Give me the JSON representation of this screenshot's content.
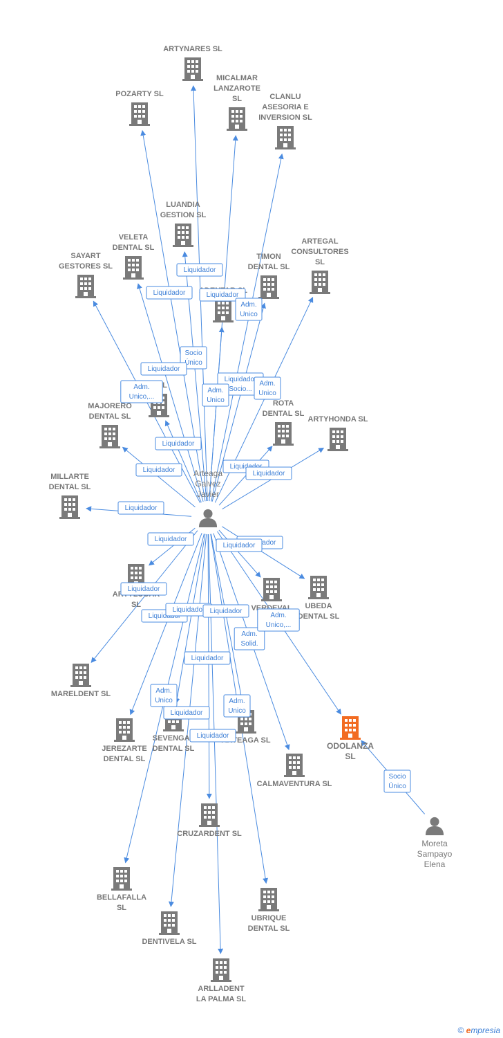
{
  "colors": {
    "edge": "#4a8be0",
    "building": "#7a7a7a",
    "highlight": "#f26b21",
    "person": "#7a7a7a",
    "label": "#777777"
  },
  "persons": [
    {
      "id": "p1",
      "label": [
        "Arteaga",
        "Galvez",
        "Javier"
      ]
    },
    {
      "id": "p2",
      "label": [
        "Moreta",
        "Sampayo",
        "Elena"
      ]
    }
  ],
  "companies": [
    {
      "id": "artynares",
      "label": [
        "ARTYNARES SL"
      ]
    },
    {
      "id": "pozarty",
      "label": [
        "POZARTY  SL"
      ]
    },
    {
      "id": "micalmar",
      "label": [
        "MICALMAR",
        "LANZAROTE",
        "SL"
      ]
    },
    {
      "id": "clanlu",
      "label": [
        "CLANLU",
        "ASESORIA E",
        "INVERSION SL"
      ]
    },
    {
      "id": "luandia",
      "label": [
        "LUANDIA",
        "GESTION  SL"
      ]
    },
    {
      "id": "veleta",
      "label": [
        "VELETA",
        "DENTAL SL"
      ]
    },
    {
      "id": "sayart",
      "label": [
        "SAYART",
        "GESTORES  SL"
      ]
    },
    {
      "id": "timon",
      "label": [
        "TIMON",
        "DENTAL SL"
      ]
    },
    {
      "id": "artegal",
      "label": [
        "ARTEGAL",
        "CONSULTORES",
        "SL"
      ]
    },
    {
      "id": "adentar",
      "label": [
        "ADENTAR  SL"
      ]
    },
    {
      "id": "hidden1",
      "label": [
        "L  SL"
      ]
    },
    {
      "id": "majorero",
      "label": [
        "MAJORERO",
        "DENTAL SL"
      ]
    },
    {
      "id": "rota",
      "label": [
        "ROTA",
        "DENTAL  SL"
      ]
    },
    {
      "id": "artyhonda",
      "label": [
        "ARTYHONDA SL"
      ]
    },
    {
      "id": "millarte",
      "label": [
        "MILLARTE",
        "DENTAL SL"
      ]
    },
    {
      "id": "artylucar",
      "label": [
        "ARTYLUCAR",
        "SL"
      ]
    },
    {
      "id": "verdeval",
      "label": [
        "VERDEVAL",
        "DE"
      ]
    },
    {
      "id": "ubeda",
      "label": [
        "UBEDA",
        "DENTAL SL"
      ]
    },
    {
      "id": "mareldent",
      "label": [
        "MARELDENT SL"
      ]
    },
    {
      "id": "jerezarte",
      "label": [
        "JEREZARTE",
        "DENTAL  SL"
      ]
    },
    {
      "id": "sevengal",
      "label": [
        "SEVENGAL",
        "DENTAL  SL"
      ]
    },
    {
      "id": "arteaga",
      "label": [
        "ARTEAGA SL"
      ]
    },
    {
      "id": "odolanza",
      "label": [
        "ODOLANZA",
        "SL"
      ],
      "highlight": true
    },
    {
      "id": "calmaventura",
      "label": [
        "CALMAVENTURA SL"
      ]
    },
    {
      "id": "cruzardent",
      "label": [
        "CRUZARDENT SL"
      ]
    },
    {
      "id": "bellafalla",
      "label": [
        "BELLAFALLA",
        "SL"
      ]
    },
    {
      "id": "ubrique",
      "label": [
        "UBRIQUE",
        "DENTAL  SL"
      ]
    },
    {
      "id": "dentivela",
      "label": [
        "DENTIVELA SL"
      ]
    },
    {
      "id": "arlladent",
      "label": [
        "ARLLADENT",
        "LA PALMA SL"
      ]
    }
  ],
  "edges": [
    {
      "from": "p1",
      "to": "artynares",
      "role": [
        "Liquidador"
      ]
    },
    {
      "from": "p1",
      "to": "pozarty",
      "role": [
        "Liquidador"
      ]
    },
    {
      "from": "p1",
      "to": "micalmar",
      "role": [
        "Liquidador"
      ]
    },
    {
      "from": "p1",
      "to": "clanlu",
      "role": [
        "Adm.",
        "Unico"
      ]
    },
    {
      "from": "p1",
      "to": "luandia",
      "role": [
        "Socio",
        "Único"
      ]
    },
    {
      "from": "p1",
      "to": "veleta",
      "role": [
        "Liquidador"
      ]
    },
    {
      "from": "p1",
      "to": "sayart",
      "role": [
        "Adm.",
        "Unico,..."
      ]
    },
    {
      "from": "p1",
      "to": "timon",
      "role": [
        "Liquidador",
        "Socio..."
      ]
    },
    {
      "from": "p1",
      "to": "artegal",
      "role": [
        "Adm.",
        "Unico"
      ]
    },
    {
      "from": "p1",
      "to": "adentar",
      "role": [
        "Adm.",
        "Unico"
      ]
    },
    {
      "from": "p1",
      "to": "hidden1",
      "role": [
        "Liquidador"
      ]
    },
    {
      "from": "p1",
      "to": "majorero",
      "role": [
        "Liquidador"
      ]
    },
    {
      "from": "p1",
      "to": "rota",
      "role": [
        "Liquidador"
      ]
    },
    {
      "from": "p1",
      "to": "artyhonda",
      "role": [
        "Liquidador"
      ]
    },
    {
      "from": "p1",
      "to": "millarte",
      "role": [
        "Liquidador"
      ]
    },
    {
      "from": "p1",
      "to": "artylucar",
      "role": [
        "Liquidador"
      ]
    },
    {
      "from": "p1",
      "to": "verdeval",
      "role": [
        "Liquidador"
      ]
    },
    {
      "from": "p1",
      "to": "ubeda",
      "role": [
        "Liquidador"
      ]
    },
    {
      "from": "p1",
      "to": "mareldent",
      "role": [
        "Liquidador"
      ]
    },
    {
      "from": "p1",
      "to": "jerezarte",
      "role": [
        "Liquidador"
      ]
    },
    {
      "from": "p1",
      "to": "sevengal",
      "role": [
        "Liquidador"
      ]
    },
    {
      "from": "p1",
      "to": "arteaga",
      "role": [
        "Adm.",
        "Solid."
      ]
    },
    {
      "from": "p1",
      "to": "odolanza",
      "role": [
        "Adm.",
        "Unico,..."
      ]
    },
    {
      "from": "p1",
      "to": "calmaventura",
      "role": [
        "Liquidador"
      ]
    },
    {
      "from": "p1",
      "to": "cruzardent",
      "role": [
        "Liquidador"
      ]
    },
    {
      "from": "p1",
      "to": "bellafalla",
      "role": [
        "Adm.",
        "Unico"
      ]
    },
    {
      "from": "p1",
      "to": "ubrique",
      "role": [
        "Adm.",
        "Unico"
      ]
    },
    {
      "from": "p1",
      "to": "dentivela",
      "role": [
        "Liquidador"
      ]
    },
    {
      "from": "p1",
      "to": "arlladent",
      "role": [
        "Liquidador"
      ]
    },
    {
      "from": "p2",
      "to": "odolanza",
      "role": [
        "Socio",
        "Único"
      ]
    }
  ],
  "footer": {
    "copyright": "©",
    "brand_e": "e",
    "brand_rest": "mpresia"
  }
}
